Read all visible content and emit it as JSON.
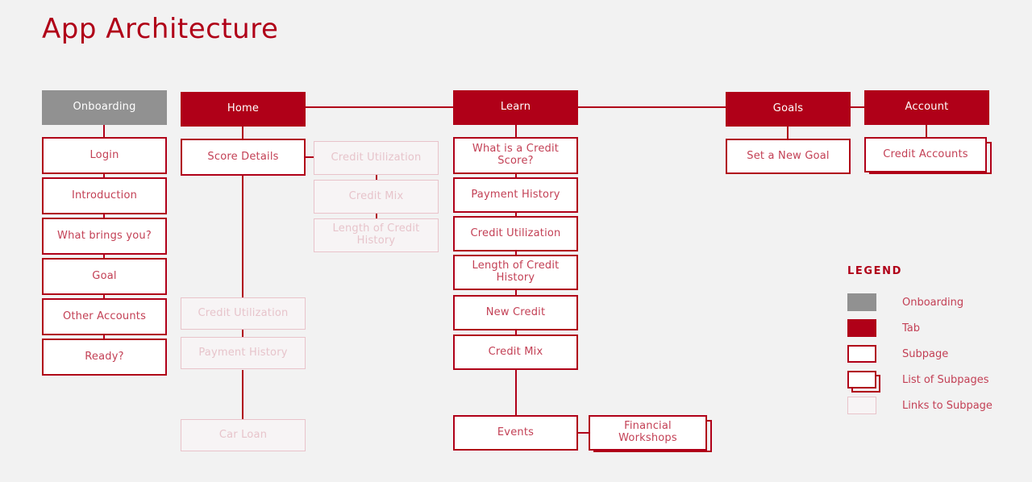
{
  "page": {
    "title": "App Architecture",
    "background_color": "#f2f2f2"
  },
  "colors": {
    "brand_red": "#b00018",
    "text_red": "#c34055",
    "onboarding_gray": "#919191",
    "faded_border": "#e9c3ca",
    "faded_text": "#e7c4cb",
    "white": "#ffffff"
  },
  "columns": {
    "onboarding": {
      "header": {
        "label": "Onboarding",
        "type": "onboarding"
      },
      "nodes": [
        {
          "label": "Login",
          "type": "subpage"
        },
        {
          "label": "Introduction",
          "type": "subpage"
        },
        {
          "label": "What brings you?",
          "type": "subpage"
        },
        {
          "label": "Goal",
          "type": "subpage"
        },
        {
          "label": "Other Accounts",
          "type": "subpage"
        },
        {
          "label": "Ready?",
          "type": "subpage"
        }
      ]
    },
    "home": {
      "header": {
        "label": "Home",
        "type": "tab"
      },
      "nodes": [
        {
          "label": "Score Details",
          "type": "subpage"
        },
        {
          "label": "Credit Utilization",
          "type": "links"
        },
        {
          "label": "Payment History",
          "type": "links"
        },
        {
          "label": "Car Loan",
          "type": "links"
        }
      ]
    },
    "score_details_links": {
      "nodes": [
        {
          "label": "Credit Utilization",
          "type": "links"
        },
        {
          "label": "Credit Mix",
          "type": "links"
        },
        {
          "label": "Length of Credit History",
          "type": "links"
        }
      ]
    },
    "learn": {
      "header": {
        "label": "Learn",
        "type": "tab"
      },
      "nodes": [
        {
          "label": "What is a Credit Score?",
          "type": "subpage"
        },
        {
          "label": "Payment History",
          "type": "subpage"
        },
        {
          "label": "Credit Utilization",
          "type": "subpage"
        },
        {
          "label": "Length of Credit History",
          "type": "subpage"
        },
        {
          "label": "New Credit",
          "type": "subpage"
        },
        {
          "label": "Credit Mix",
          "type": "subpage"
        },
        {
          "label": "Events",
          "type": "subpage"
        }
      ],
      "events_child": {
        "label": "Financial Workshops",
        "type": "list"
      }
    },
    "goals": {
      "header": {
        "label": "Goals",
        "type": "tab"
      },
      "nodes": [
        {
          "label": "Set a New Goal",
          "type": "subpage"
        }
      ]
    },
    "account": {
      "header": {
        "label": "Account",
        "type": "tab"
      },
      "nodes": [
        {
          "label": "Credit Accounts",
          "type": "list"
        }
      ]
    }
  },
  "legend": {
    "title": "LEGEND",
    "items": [
      {
        "label": "Onboarding",
        "swatch": "onboarding"
      },
      {
        "label": "Tab",
        "swatch": "tab"
      },
      {
        "label": "Subpage",
        "swatch": "subpage"
      },
      {
        "label": "List of Subpages",
        "swatch": "list"
      },
      {
        "label": "Links to Subpage",
        "swatch": "links"
      }
    ]
  }
}
